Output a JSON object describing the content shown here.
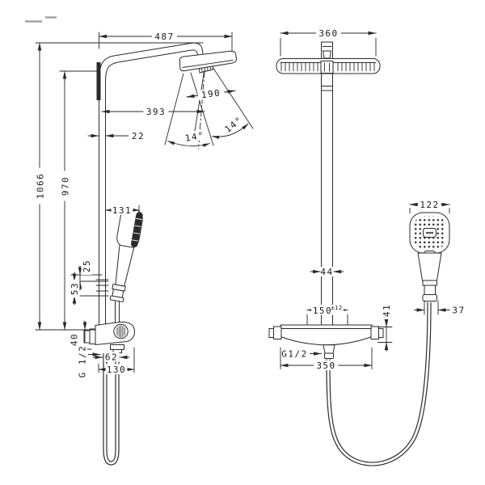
{
  "side_view": {
    "reach_overall": "487",
    "height_overall": "1066",
    "height_bar": "970",
    "spray_diameter": "190",
    "head_distance": "393",
    "bar_width": "22",
    "spray_angle_left": "14°",
    "spray_angle_right": "14°",
    "handshower_reach": "131",
    "holder_offset_upper": "25",
    "holder_offset_lower": "53",
    "wall_offset": "40",
    "thread_label": "G 1/2",
    "outlet_offset": "62",
    "valve_depth": "130"
  },
  "front_view": {
    "head_width": "360",
    "pipe_width": "44",
    "connection_distance": "150",
    "connection_tolerance": "±12",
    "outlet_drop": "41",
    "valve_width": "350",
    "thread_label": "G1/2",
    "handshower_width": "122",
    "handle_width": "37"
  }
}
